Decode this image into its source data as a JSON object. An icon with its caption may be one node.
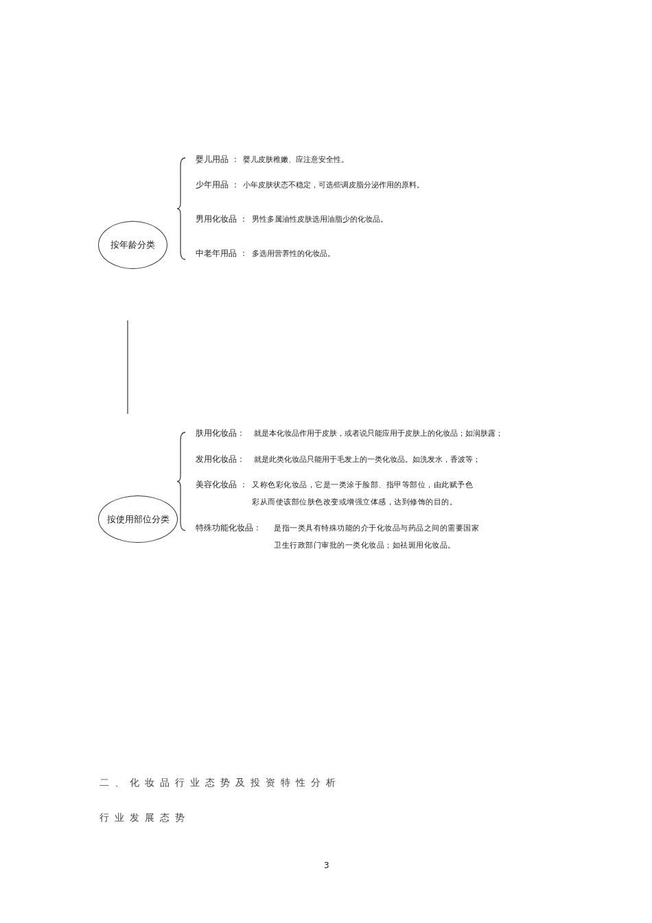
{
  "diagram": {
    "nodes": [
      {
        "text": [
          "按年龄分类"
        ]
      },
      {
        "text": [
          "按使用部位分类"
        ]
      }
    ],
    "edges": [],
    "labels": [
      "婴儿用品 ：",
      "婴儿皮肤稚嫩、应注意安全性。",
      "少年用品 ：",
      "小年皮肤状态不稳定，可选些调皮脂分泌作用的原料。",
      "男用化妆品 ：",
      "男性多属油性皮肤选用油脂少的化妆品。",
      "中老年用品 ：",
      "多选用营养性的化妆品。",
      "肤用化妆品：",
      "就是本化妆品作用于皮肤，或者说只能应用于皮肤上的化妆品；如润肤露；",
      "发用化妆品：",
      "就是此类化妆品只能用于毛发上的一类化妆品。如洗发水，香波等；",
      "美容化妆品 ：",
      "又称色彩化妆品，它是一类涂于脸部、指甲等部位，由此赋予色彩从而使该部位肤色改变或增强立体感，达到修饰的目的。",
      "特殊功能化妆品：",
      "是指一类具有特殊功能的介于化妆品与药品之间的需要国家卫生行政部门审批的一类化妆品；如祛斑用化妆品。",
      "二、化妆品行业态势及投资特性分析",
      "行业发展态势",
      "3"
    ]
  }
}
